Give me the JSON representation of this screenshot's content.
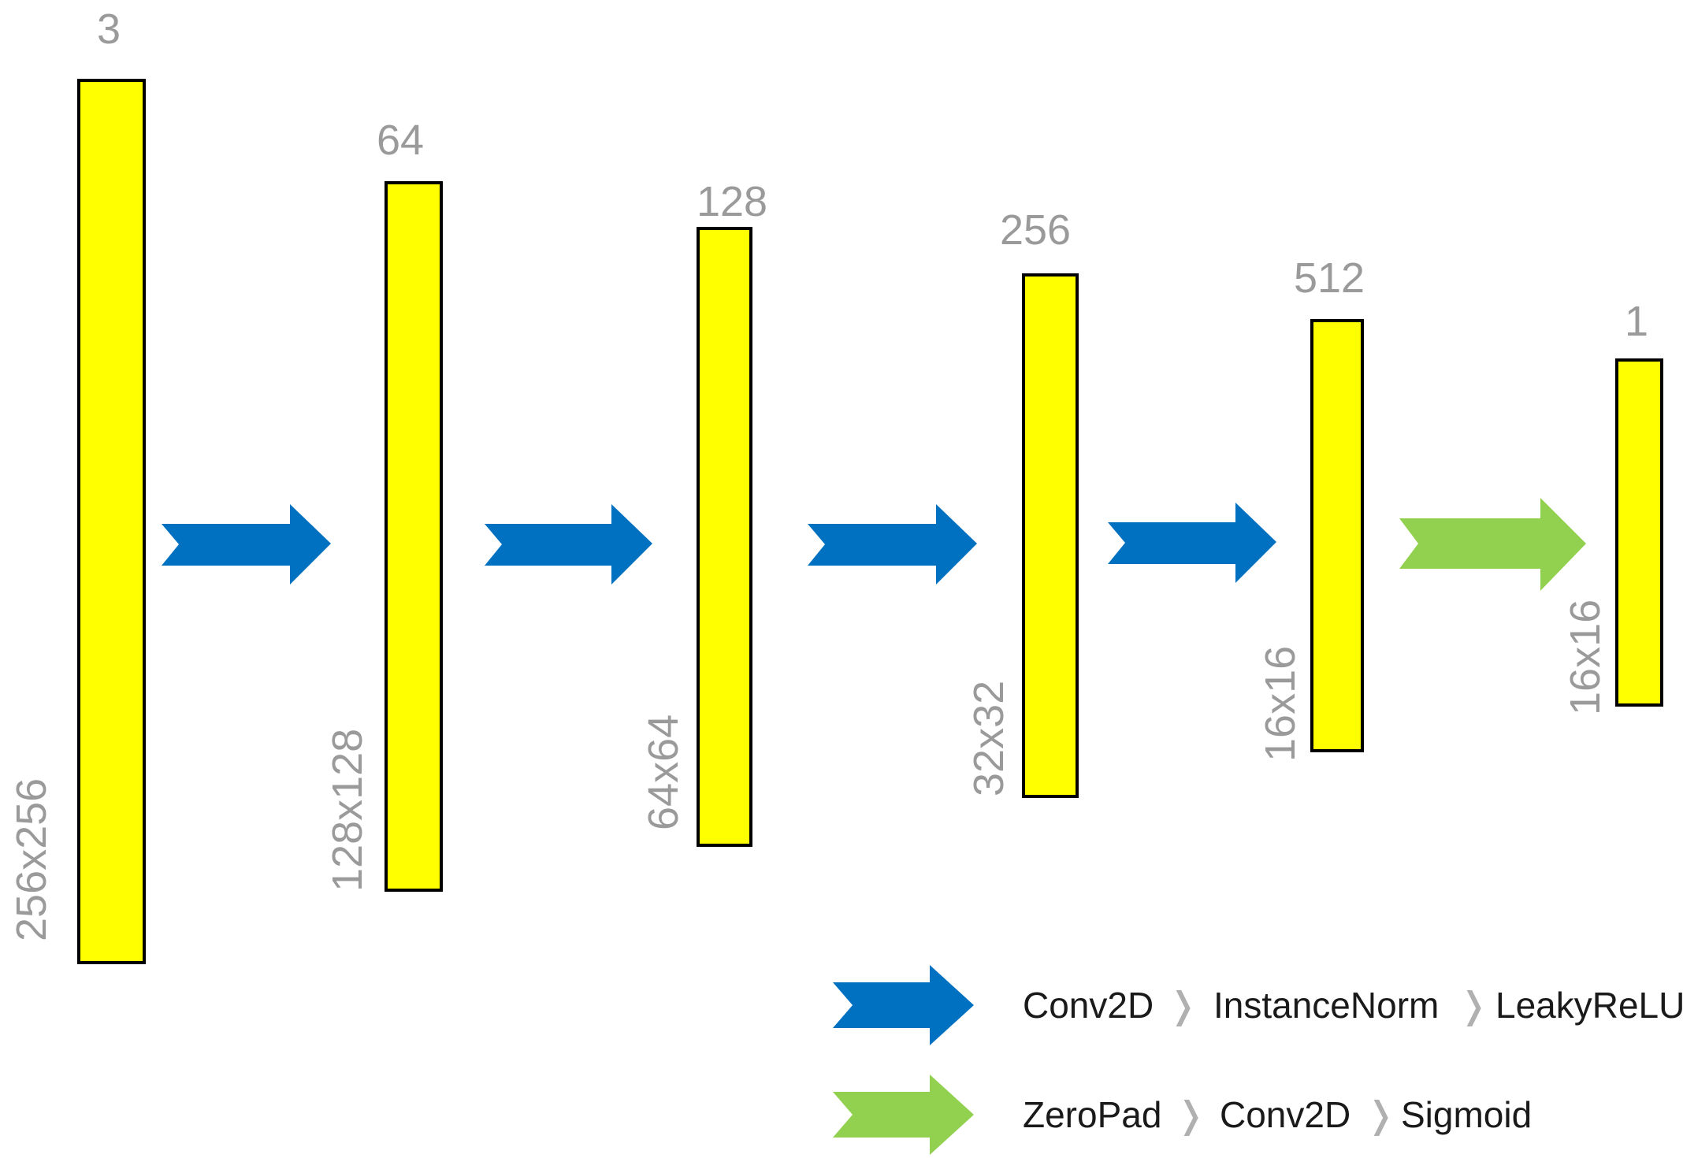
{
  "colors": {
    "layer_fill": "#ffff00",
    "layer_stroke": "#000000",
    "conv_arrow": "#0070c0",
    "final_arrow": "#92d050",
    "label_grey": "#9a9a9a"
  },
  "layers": [
    {
      "channels": "3",
      "size": "256x256"
    },
    {
      "channels": "64",
      "size": "128x128"
    },
    {
      "channels": "128",
      "size": "64x64"
    },
    {
      "channels": "256",
      "size": "32x32"
    },
    {
      "channels": "512",
      "size": "16x16"
    },
    {
      "channels": "1",
      "size": "16x16"
    }
  ],
  "legend": {
    "separator": "❭",
    "conv_block": {
      "ops": [
        "Conv2D",
        "InstanceNorm",
        "LeakyReLU"
      ]
    },
    "final_block": {
      "ops": [
        "ZeroPad",
        "Conv2D",
        "Sigmoid"
      ]
    }
  }
}
